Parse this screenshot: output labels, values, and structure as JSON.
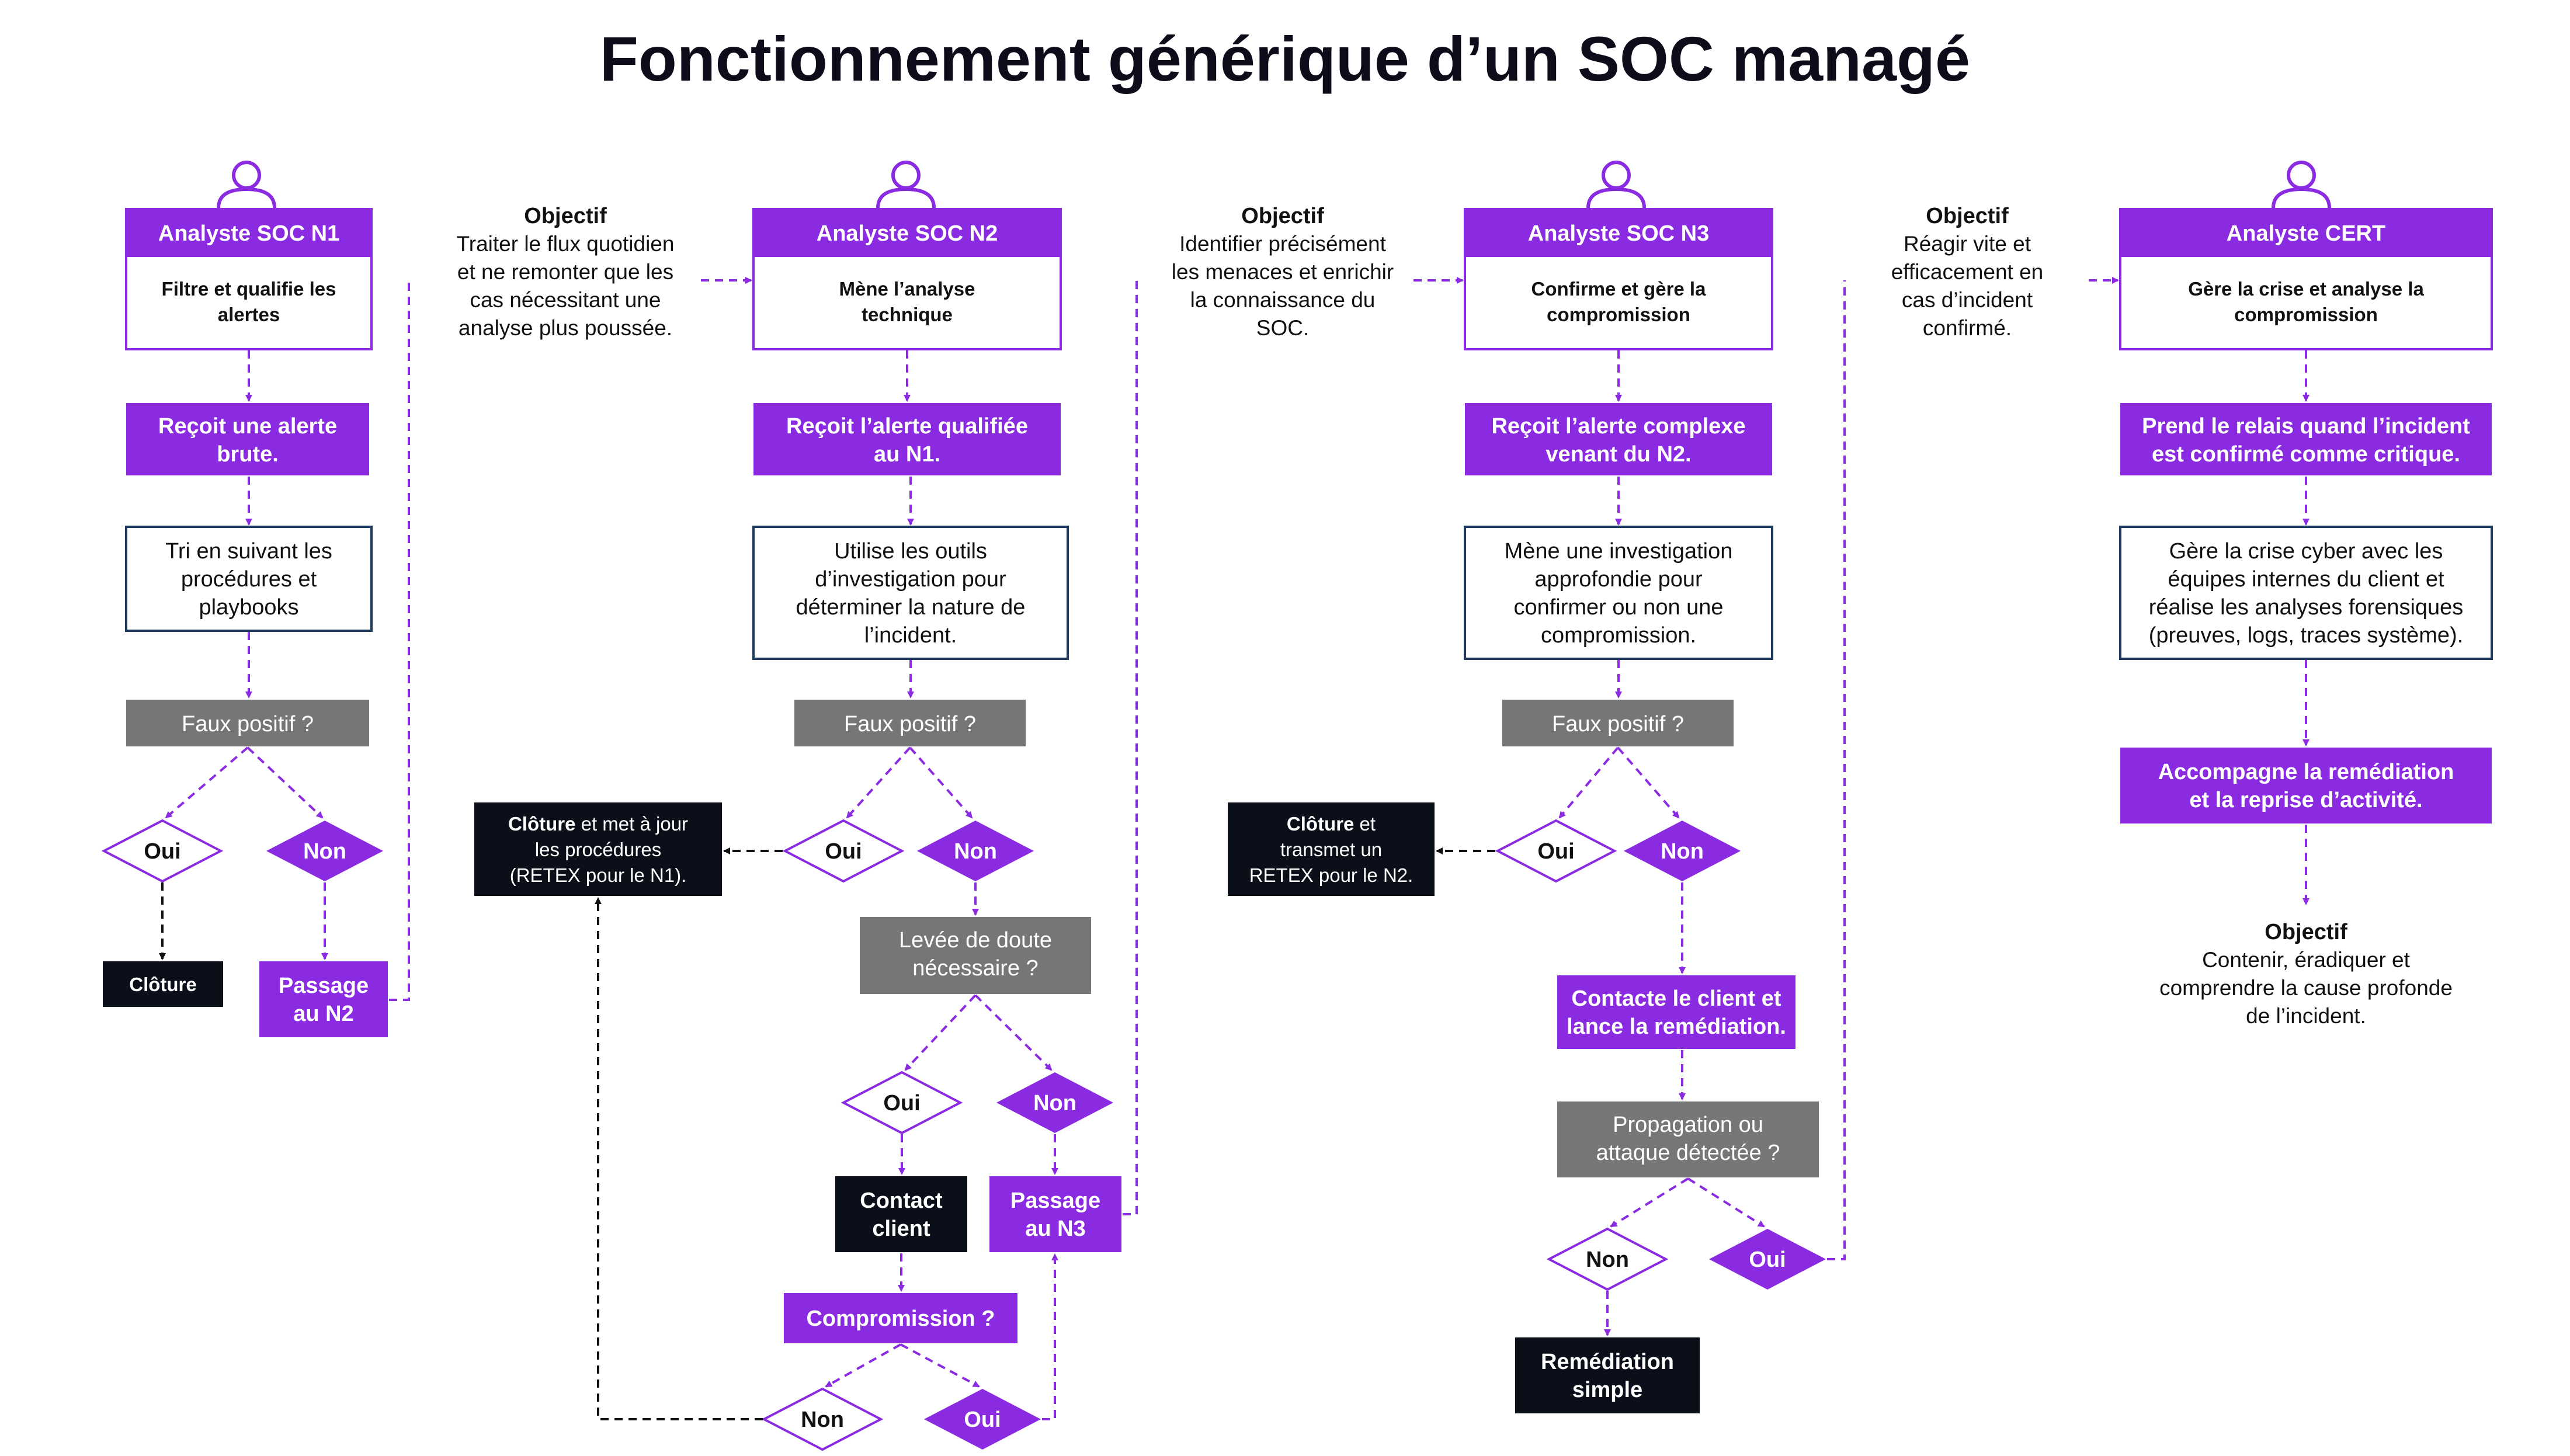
{
  "title": "Fonctionnement générique d’un SOC managé",
  "colors": {
    "purple": "#8a2be2",
    "grey": "#767676",
    "black": "#0b0f1a",
    "white": "#ffffff",
    "dark_text": "#111111"
  },
  "icons": {
    "analyst": "person-icon"
  },
  "columns": {
    "n1": {
      "header": "Analyste SOC N1",
      "subtitle": [
        "Filtre et qualifie les",
        "alertes"
      ],
      "step1": [
        "Reçoit une alerte",
        "brute."
      ],
      "step2": [
        "Tri en suivant les",
        "procédures et",
        "playbooks"
      ],
      "question": "Faux positif ?",
      "yes": "Oui",
      "no": "Non",
      "close": "Clôture",
      "escalate": [
        "Passage",
        "au N2"
      ]
    },
    "obj1": {
      "heading": "Objectif",
      "lines": [
        "Traiter le flux quotidien",
        "et ne remonter que les",
        "cas nécessitant une",
        "analyse plus poussée."
      ]
    },
    "n2": {
      "header": "Analyste SOC N2",
      "subtitle": [
        "Mène l’analyse",
        "technique"
      ],
      "step1": [
        "Reçoit l’alerte qualifiée",
        "au N1."
      ],
      "step2": [
        "Utilise les outils",
        "d’investigation pour",
        "déterminer la nature de",
        "l’incident."
      ],
      "question": "Faux positif ?",
      "yes": "Oui",
      "no": "Non",
      "close_bold": "Clôture",
      "close_rest": " et met à jour",
      "close_lines": [
        "les procédures",
        "(RETEX pour le N1)."
      ],
      "question2": [
        "Levée de doute",
        "nécessaire ?"
      ],
      "yes2": "Oui",
      "no2": "Non",
      "contact": [
        "Contact",
        "client"
      ],
      "escalate": [
        "Passage",
        "au N3"
      ],
      "question3": "Compromission ?",
      "no3": "Non",
      "yes3": "Oui"
    },
    "obj2": {
      "heading": "Objectif",
      "lines": [
        "Identifier précisément",
        "les menaces et enrichir",
        "la connaissance du",
        "SOC."
      ]
    },
    "n3": {
      "header": "Analyste SOC N3",
      "subtitle": [
        "Confirme et gère la",
        "compromission"
      ],
      "step1": [
        "Reçoit l’alerte complexe",
        "venant du N2."
      ],
      "step2": [
        "Mène une investigation",
        "approfondie pour",
        "confirmer ou non une",
        "compromission."
      ],
      "question": "Faux positif ?",
      "yes": "Oui",
      "no": "Non",
      "close_bold": "Clôture",
      "close_rest": " et",
      "close_lines": [
        "transmet un",
        "RETEX pour le N2."
      ],
      "contact": [
        "Contacte le client et",
        "lance la remédiation."
      ],
      "question2": [
        "Propagation ou",
        "attaque détectée ?"
      ],
      "no2": "Non",
      "yes2": "Oui",
      "remediation": [
        "Remédiation",
        "simple"
      ]
    },
    "obj3": {
      "heading": "Objectif",
      "lines": [
        "Réagir vite et",
        "efficacement en",
        "cas d’incident",
        "confirmé."
      ]
    },
    "cert": {
      "header": "Analyste CERT",
      "subtitle": [
        "Gère la crise et analyse la",
        "compromission"
      ],
      "step1": [
        "Prend le relais quand l’incident",
        "est confirmé comme critique."
      ],
      "step2": [
        "Gère la crise cyber avec les",
        "équipes internes du client et",
        "réalise les analyses forensiques",
        "(preuves, logs, traces système)."
      ],
      "step3": [
        "Accompagne la remédiation",
        "et la reprise d’activité."
      ]
    },
    "obj4": {
      "heading": "Objectif",
      "lines": [
        "Contenir, éradiquer et",
        "comprendre la cause profonde",
        "de l’incident."
      ]
    }
  }
}
